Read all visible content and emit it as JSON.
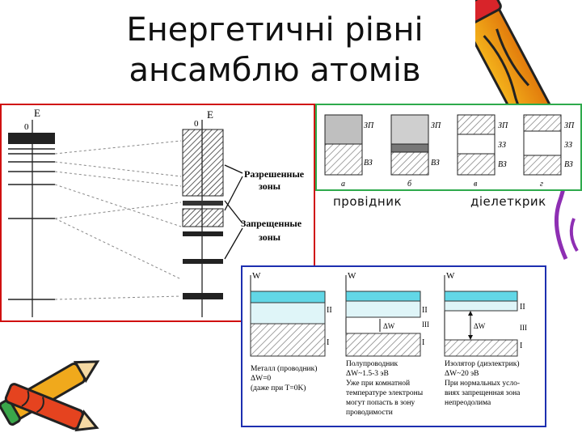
{
  "title": {
    "line1": "Енергетичні рівні",
    "line2": "ансамблю атомів"
  },
  "captions": {
    "conductor": "провідник",
    "dielectric": "діелеткрик"
  },
  "left_figure": {
    "axis_left": "E",
    "axis_right": "E",
    "zero_left": "0",
    "zero_right": "0",
    "allowed_label_1": "Разрешенные",
    "allowed_label_2": "зоны",
    "forbidden_label_1": "Запрещенные",
    "forbidden_label_2": "зоны"
  },
  "band_panels": [
    {
      "letter": "а",
      "labels": [
        "ЗП",
        "ВЗ"
      ]
    },
    {
      "letter": "б",
      "labels": [
        "ЗП",
        "ВЗ"
      ]
    },
    {
      "letter": "в",
      "labels": [
        "ЗП",
        "ЗЗ",
        "ВЗ"
      ]
    },
    {
      "letter": "г",
      "labels": [
        "ЗП",
        "ЗЗ",
        "ВЗ"
      ]
    }
  ],
  "bottom_panels": [
    {
      "axis": "W",
      "band2": "II",
      "band1": "I",
      "gap": "",
      "text": [
        "Металл (проводник)",
        "ΔW=0",
        "(даже при T=0K)"
      ]
    },
    {
      "axis": "W",
      "band2": "II",
      "band1": "I",
      "gap": "ΔW",
      "gap_roman": "III",
      "text": [
        "Полупроводник",
        "ΔW~1.5-3 эВ",
        "Уже при комнатной",
        "температуре электроны",
        "могут попасть в зону",
        "проводимости"
      ]
    },
    {
      "axis": "W",
      "band2": "II",
      "band1": "I",
      "gap": "ΔW",
      "gap_roman": "III",
      "text": [
        "Изолятор (диэлектрик)",
        "ΔW~20 эВ",
        "При нормальных усло-",
        "виях запрещенная зона",
        "непреодолима"
      ]
    }
  ],
  "colors": {
    "red_frame": "#d01010",
    "green_frame": "#2eaa4c",
    "blue_frame": "#1d2fb0",
    "band_cyan": "#62d7e6",
    "hatch_gray": "#9a9a9a"
  }
}
